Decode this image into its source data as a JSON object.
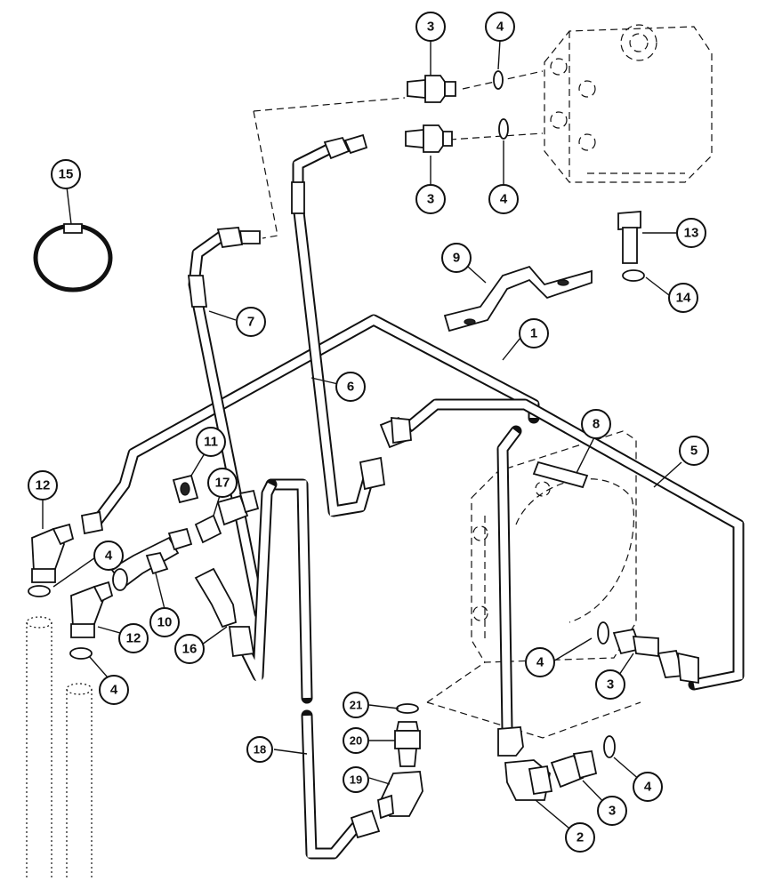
{
  "callouts": [
    {
      "id": "c1",
      "label": "1"
    },
    {
      "id": "c2",
      "label": "2"
    },
    {
      "id": "c3a",
      "label": "3"
    },
    {
      "id": "c3b",
      "label": "3"
    },
    {
      "id": "c3c",
      "label": "3"
    },
    {
      "id": "c3d",
      "label": "3"
    },
    {
      "id": "c4a",
      "label": "4"
    },
    {
      "id": "c4b",
      "label": "4"
    },
    {
      "id": "c4c",
      "label": "4"
    },
    {
      "id": "c4d",
      "label": "4"
    },
    {
      "id": "c4e",
      "label": "4"
    },
    {
      "id": "c4f",
      "label": "4"
    },
    {
      "id": "c5",
      "label": "5"
    },
    {
      "id": "c6",
      "label": "6"
    },
    {
      "id": "c7",
      "label": "7"
    },
    {
      "id": "c8",
      "label": "8"
    },
    {
      "id": "c9",
      "label": "9"
    },
    {
      "id": "c10",
      "label": "10"
    },
    {
      "id": "c11",
      "label": "11"
    },
    {
      "id": "c12a",
      "label": "12"
    },
    {
      "id": "c12b",
      "label": "12"
    },
    {
      "id": "c13",
      "label": "13"
    },
    {
      "id": "c14",
      "label": "14"
    },
    {
      "id": "c15",
      "label": "15"
    },
    {
      "id": "c16",
      "label": "16"
    },
    {
      "id": "c17",
      "label": "17"
    },
    {
      "id": "c18",
      "label": "18"
    },
    {
      "id": "c19",
      "label": "19"
    },
    {
      "id": "c20",
      "label": "20"
    },
    {
      "id": "c21",
      "label": "21"
    }
  ]
}
